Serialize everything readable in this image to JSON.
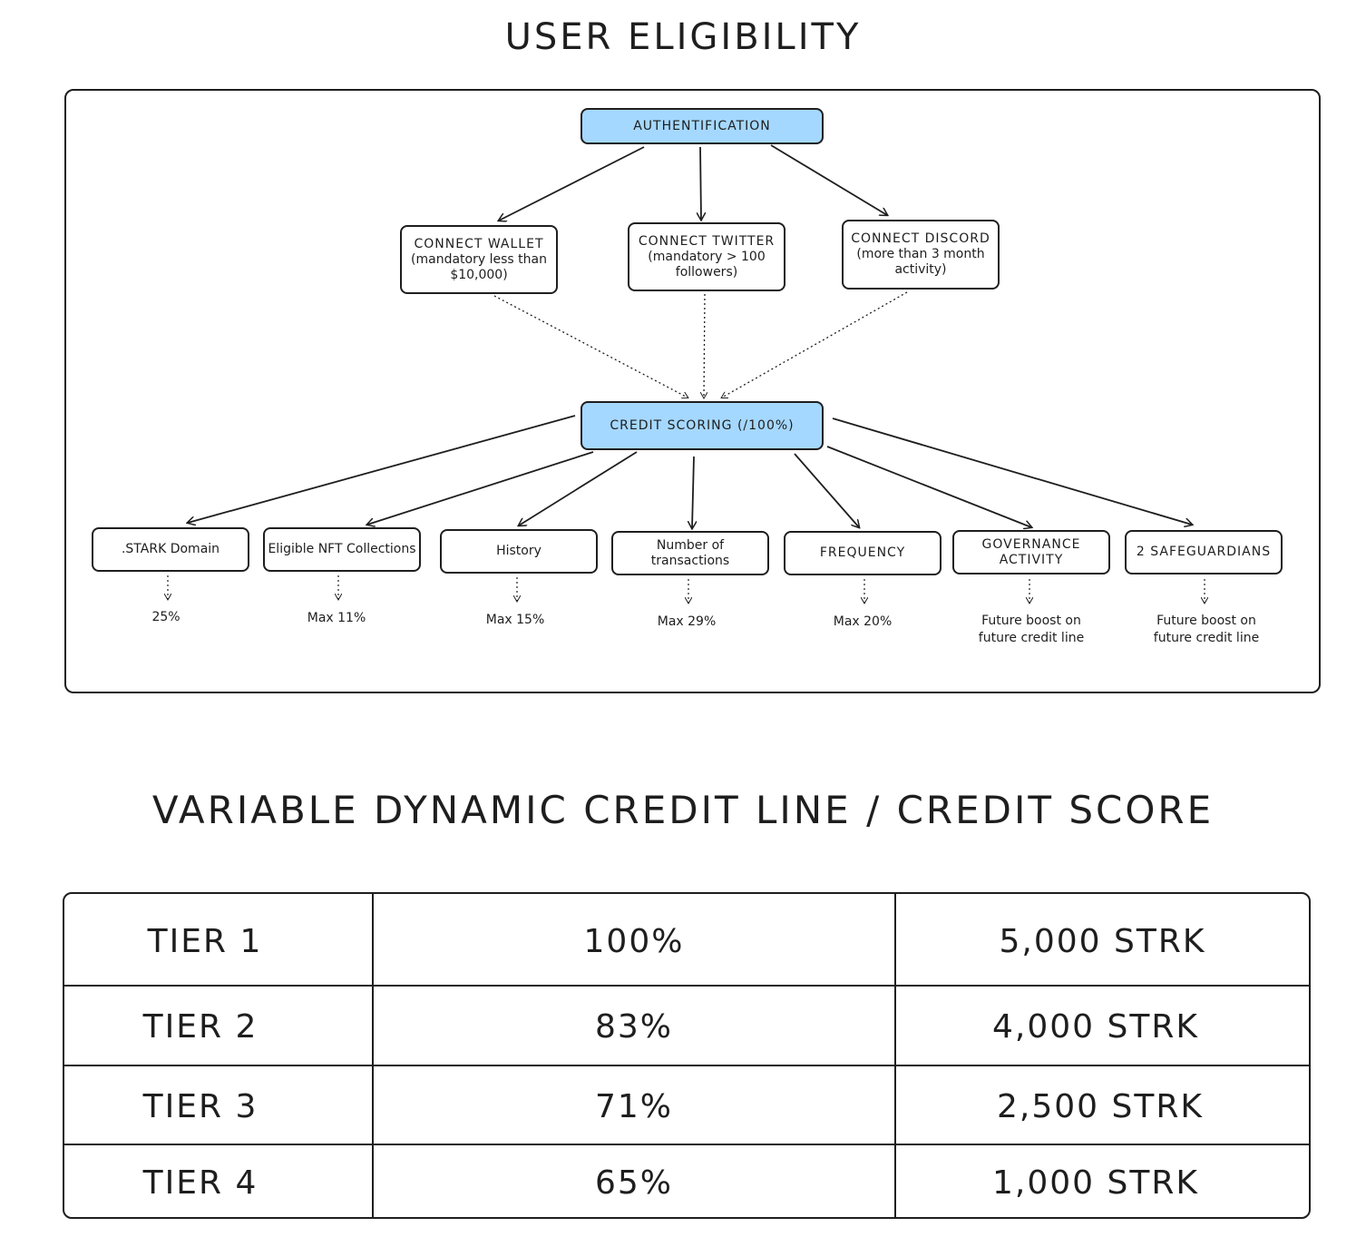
{
  "eligibility": {
    "title": "USER ELIGIBILITY",
    "auth_label": "AUTHENTIFICATION",
    "connect_wallet": {
      "title": "CONNECT WALLET",
      "detail": "(mandatory less than $10,000)"
    },
    "connect_twitter": {
      "title": "CONNECT TWITTER",
      "detail": "(mandatory > 100 followers)"
    },
    "connect_discord": {
      "title": "CONNECT DISCORD",
      "detail": "(more than 3 month activity)"
    },
    "credit_scoring_label": "CREDIT SCORING (/100%)",
    "criteria": [
      {
        "label": ".STARK Domain",
        "weight": "25%"
      },
      {
        "label": "Eligible NFT Collections",
        "weight": "Max 11%"
      },
      {
        "label": "History",
        "weight": "Max 15%"
      },
      {
        "label": "Number of transactions",
        "weight": "Max 29%"
      },
      {
        "label": "FREQUENCY",
        "weight": "Max 20%"
      },
      {
        "label": "GOVERNANCE ACTIVITY",
        "weight": "Future boost on future credit line"
      },
      {
        "label": "2 SAFEGUARDIANS",
        "weight": "Future boost on future credit line"
      }
    ]
  },
  "credit_line": {
    "title": "VARIABLE DYNAMIC CREDIT LINE / CREDIT SCORE",
    "rows": [
      {
        "tier": "TIER 1",
        "score": "100%",
        "amount": "5,000 STRK"
      },
      {
        "tier": "TIER 2",
        "score": "83%",
        "amount": "4,000 STRK"
      },
      {
        "tier": "TIER 3",
        "score": "71%",
        "amount": "2,500 STRK"
      },
      {
        "tier": "TIER 4",
        "score": "65%",
        "amount": "1,000 STRK"
      }
    ]
  },
  "colors": {
    "node_fill": "#a5d8ff",
    "stroke": "#1e1e1e"
  }
}
